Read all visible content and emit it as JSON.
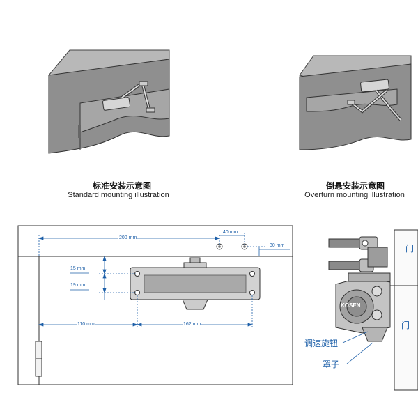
{
  "captions": {
    "standard_zh": "标准安装示意图",
    "standard_en": "Standard mounting illustration",
    "overturn_zh": "倒悬安装示意图",
    "overturn_en": "Overturn mounting illustration"
  },
  "dimensions": {
    "d200": "200 mm",
    "d40": "40 mm",
    "d30": "30 mm",
    "d15": "15 mm",
    "d19": "19 mm",
    "d110": "110 mm",
    "d162": "162 mm"
  },
  "detail": {
    "door_top": "门",
    "door_bottom": "门",
    "speed_knob": "调速旋钮",
    "cover": "罩子",
    "brand": "KOSEN"
  },
  "colors": {
    "door": "#9a9a9a",
    "frame": "#7d7d7d",
    "dimension_blue": "#1d5fa8",
    "closer_body": "#c9c9c9"
  }
}
